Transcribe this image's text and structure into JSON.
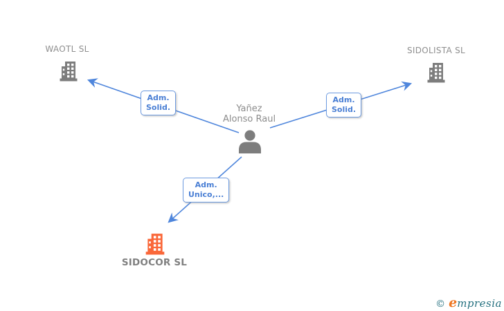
{
  "person": {
    "name_line1": "Yañez",
    "name_line2": "Alonso Raul"
  },
  "companies": {
    "waotl": {
      "name": "WAOTL SL"
    },
    "sidolista": {
      "name": "SIDOLISTA SL"
    },
    "sidocor": {
      "name": "SIDOCOR SL"
    }
  },
  "edges": {
    "waotl": {
      "line1": "Adm.",
      "line2": "Solid."
    },
    "sidolista": {
      "line1": "Adm.",
      "line2": "Solid."
    },
    "sidocor": {
      "line1": "Adm.",
      "line2": "Unico,..."
    }
  },
  "footer": {
    "copyright_symbol": "©",
    "brand_initial": "e",
    "brand_rest": "mpresia"
  },
  "colors": {
    "edge_blue": "#4f86dc",
    "edge_label_border": "#6c9ae0",
    "edge_label_text": "#4a7fd4",
    "node_gray": "#7d7d7d",
    "label_gray": "#8c8c8c",
    "highlight_orange": "#fa6739",
    "logo_teal": "#24707f",
    "logo_orange": "#ee7622"
  }
}
